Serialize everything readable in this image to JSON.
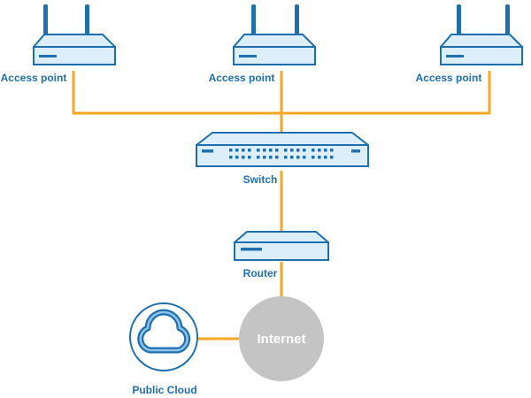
{
  "colors": {
    "device_fill": "#dbeefa",
    "device_stroke": "#1f6fae",
    "port": "#1f6fae",
    "link": "#f5a623",
    "internet_fill": "#c4c4c4",
    "label": "#1f6fae",
    "cloud_ring": "#1f6fae"
  },
  "access_points": [
    {
      "label": "Access point",
      "icon": "wifi-access-point-icon"
    },
    {
      "label": "Access point",
      "icon": "wifi-access-point-icon"
    },
    {
      "label": "Access point",
      "icon": "wifi-access-point-icon"
    }
  ],
  "switch": {
    "label": "Switch",
    "icon": "network-switch-icon"
  },
  "router": {
    "label": "Router",
    "icon": "router-icon"
  },
  "internet": {
    "label": "Internet"
  },
  "public_cloud": {
    "label": "Public Cloud",
    "icon": "cloud-icon"
  }
}
